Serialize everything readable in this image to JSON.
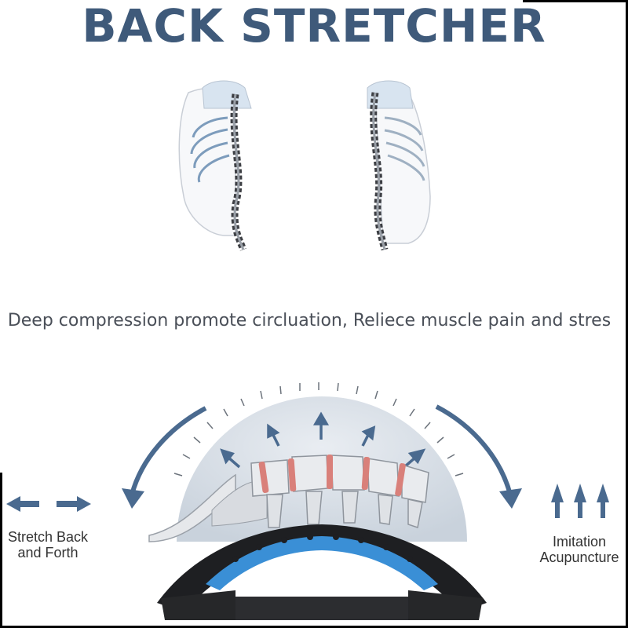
{
  "title": "BACK STRETCHER",
  "tagline": "Deep compression promote circluation, Reliece muscle pain and stres",
  "features": {
    "left": {
      "line1": "Stretch Back",
      "line2": "and Forth",
      "icon": "horizontal-arrows-icon"
    },
    "right": {
      "line1": "Imitation",
      "line2": "Acupuncture",
      "icon": "up-arrows-icon"
    }
  },
  "colors": {
    "title": "#3f5a7a",
    "arrow": "#4a6a8f",
    "pad": "#3a8fd6",
    "disc": "#d9807a",
    "base": "#1e1f22"
  }
}
